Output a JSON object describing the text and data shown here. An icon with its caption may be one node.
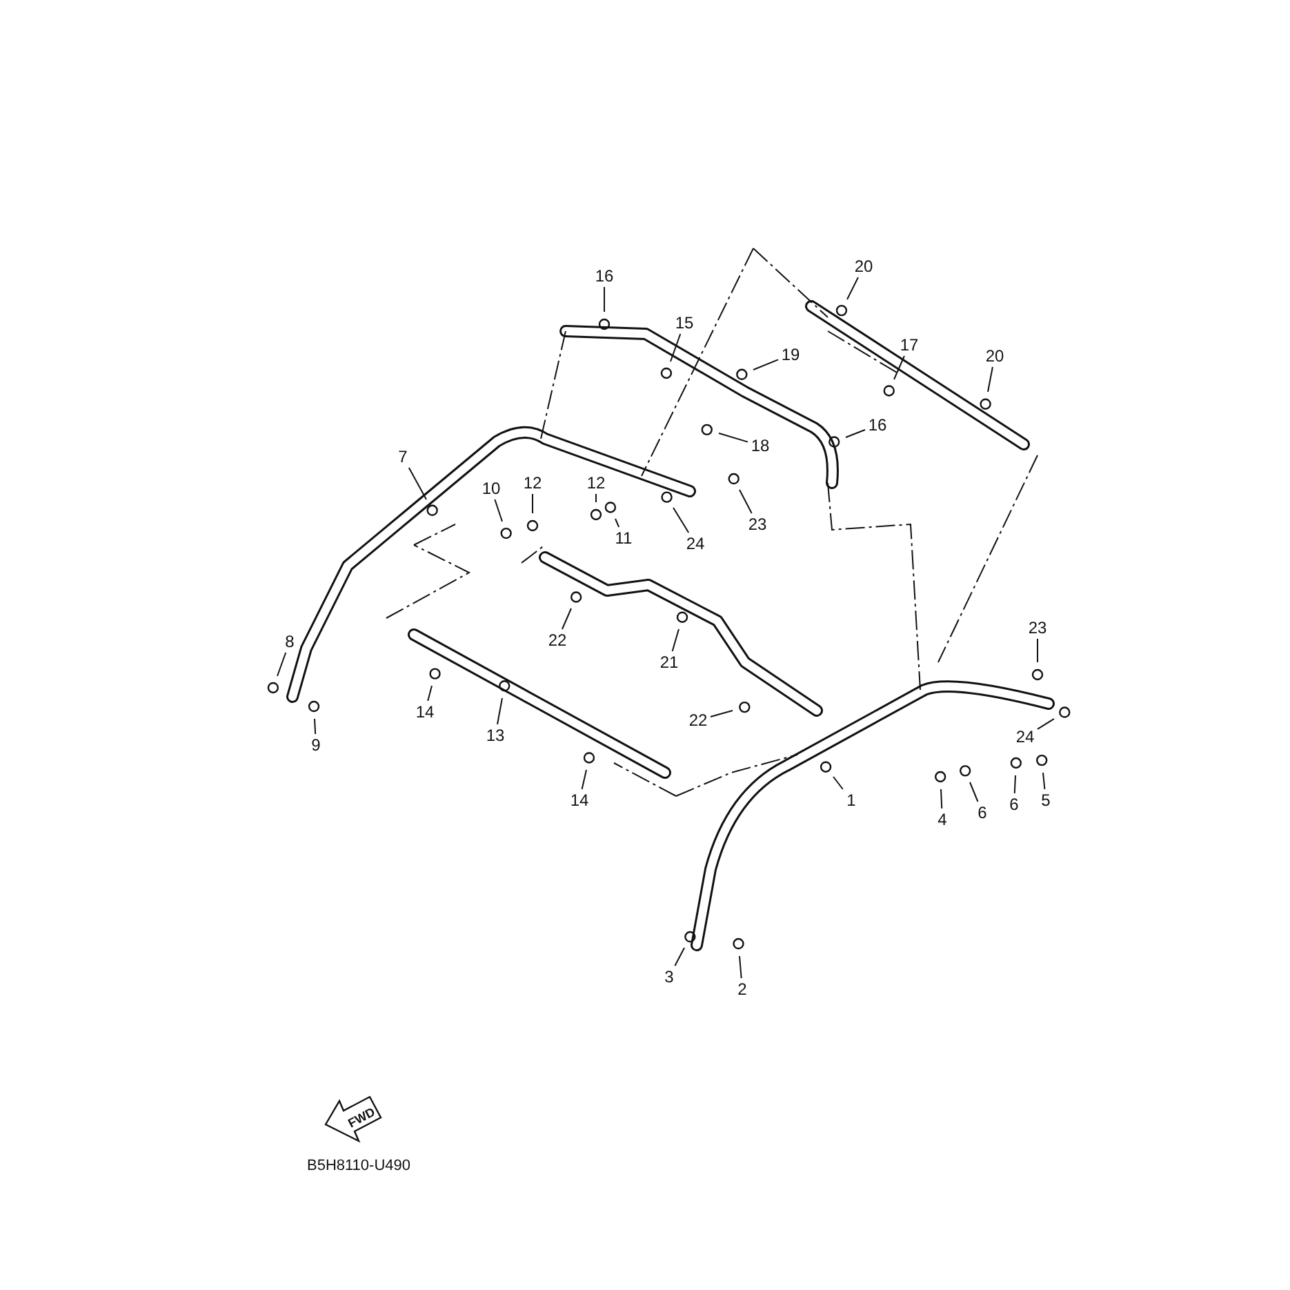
{
  "diagram": {
    "nodes": [
      {
        "text": [
          "16"
        ]
      },
      {
        "text": [
          "20"
        ]
      },
      {
        "text": [
          "15"
        ]
      },
      {
        "text": [
          "17"
        ]
      },
      {
        "text": [
          "20"
        ]
      },
      {
        "text": [
          "19"
        ]
      },
      {
        "text": [
          "16"
        ]
      },
      {
        "text": [
          "18"
        ]
      },
      {
        "text": [
          "7"
        ]
      },
      {
        "text": [
          "10"
        ]
      },
      {
        "text": [
          "12"
        ]
      },
      {
        "text": [
          "12"
        ]
      },
      {
        "text": [
          "11"
        ]
      },
      {
        "text": [
          "23"
        ]
      },
      {
        "text": [
          "24"
        ]
      },
      {
        "text": [
          "23"
        ]
      },
      {
        "text": [
          "22"
        ]
      },
      {
        "text": [
          "8"
        ]
      },
      {
        "text": [
          "21"
        ]
      },
      {
        "text": [
          "14"
        ]
      },
      {
        "text": [
          "22"
        ]
      },
      {
        "text": [
          "24"
        ]
      },
      {
        "text": [
          "13"
        ]
      },
      {
        "text": [
          "9"
        ]
      },
      {
        "text": [
          "1"
        ]
      },
      {
        "text": [
          "14"
        ]
      },
      {
        "text": [
          "4"
        ]
      },
      {
        "text": [
          "6"
        ]
      },
      {
        "text": [
          "6"
        ]
      },
      {
        "text": [
          "5"
        ]
      },
      {
        "text": [
          "3"
        ]
      },
      {
        "text": [
          "2"
        ]
      }
    ],
    "edges": [
      {
        "from": 0,
        "to": null,
        "arrow": "none"
      },
      {
        "from": 1,
        "to": null,
        "arrow": "none"
      },
      {
        "from": 2,
        "to": null,
        "arrow": "none"
      },
      {
        "from": 3,
        "to": null,
        "arrow": "none"
      },
      {
        "from": 4,
        "to": null,
        "arrow": "none"
      },
      {
        "from": 5,
        "to": null,
        "arrow": "none"
      },
      {
        "from": 6,
        "to": null,
        "arrow": "none"
      },
      {
        "from": 7,
        "to": null,
        "arrow": "none"
      },
      {
        "from": 8,
        "to": null,
        "arrow": "none"
      },
      {
        "from": 9,
        "to": null,
        "arrow": "none"
      },
      {
        "from": 10,
        "to": null,
        "arrow": "none"
      },
      {
        "from": 11,
        "to": null,
        "arrow": "none"
      },
      {
        "from": 12,
        "to": null,
        "arrow": "none"
      },
      {
        "from": 13,
        "to": null,
        "arrow": "none"
      },
      {
        "from": 14,
        "to": null,
        "arrow": "none"
      },
      {
        "from": 15,
        "to": null,
        "arrow": "none"
      },
      {
        "from": 16,
        "to": null,
        "arrow": "none"
      },
      {
        "from": 17,
        "to": null,
        "arrow": "none"
      },
      {
        "from": 18,
        "to": null,
        "arrow": "none"
      },
      {
        "from": 19,
        "to": null,
        "arrow": "none"
      },
      {
        "from": 20,
        "to": null,
        "arrow": "none"
      },
      {
        "from": 21,
        "to": null,
        "arrow": "none"
      },
      {
        "from": 22,
        "to": null,
        "arrow": "none"
      },
      {
        "from": 23,
        "to": null,
        "arrow": "none"
      },
      {
        "from": 24,
        "to": null,
        "arrow": "none"
      },
      {
        "from": 25,
        "to": null,
        "arrow": "none"
      },
      {
        "from": 26,
        "to": null,
        "arrow": "none"
      },
      {
        "from": 27,
        "to": null,
        "arrow": "none"
      },
      {
        "from": 28,
        "to": null,
        "arrow": "none"
      },
      {
        "from": 29,
        "to": null,
        "arrow": "none"
      },
      {
        "from": 30,
        "to": null,
        "arrow": "none"
      },
      {
        "from": 31,
        "to": null,
        "arrow": "none"
      }
    ],
    "labels": [
      "FWD",
      "B5H8110-U490"
    ]
  }
}
